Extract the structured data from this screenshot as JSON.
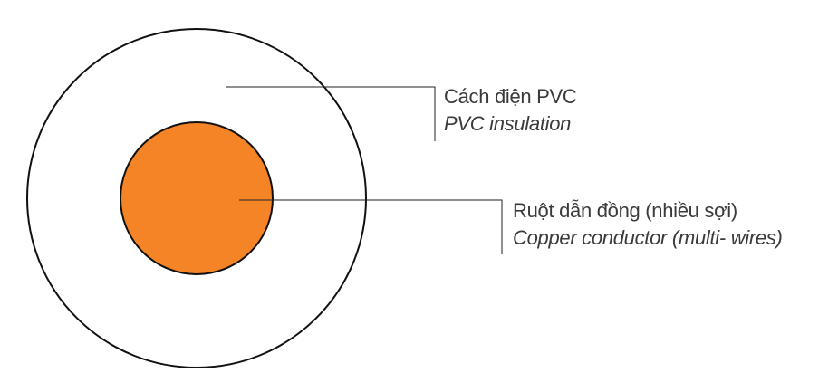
{
  "diagram": {
    "title": "Cable cross-section",
    "colors": {
      "conductor_fill": "#f58426",
      "outline": "#111111",
      "leader": "#222222",
      "text": "#3a3a3a"
    },
    "layers": [
      {
        "id": "insulation",
        "label_vi": "Cách điện PVC",
        "label_en": "PVC insulation"
      },
      {
        "id": "conductor",
        "label_vi": "Ruột dẫn đồng (nhiều sợi)",
        "label_en": "Copper conductor (multi- wires)"
      }
    ]
  }
}
